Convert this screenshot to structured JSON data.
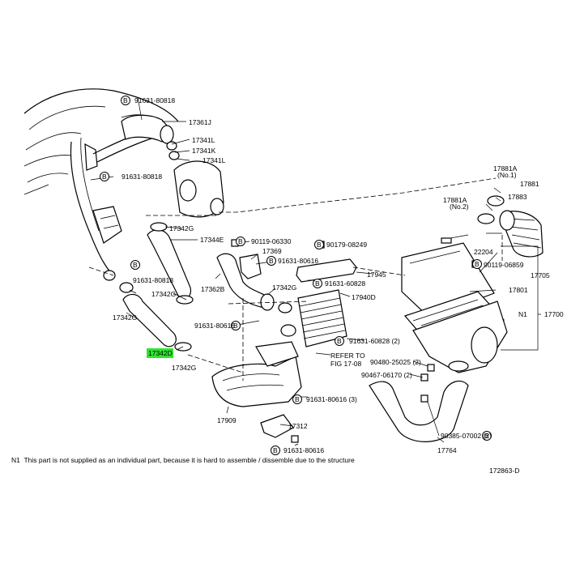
{
  "figure_number": "172863-D",
  "footnote": {
    "id": "N1",
    "text": "This part is not supplied as an individual part, because it is hard to assemble / dissemble due to the structure"
  },
  "bolt_marker": "B",
  "labels": {
    "p91631_80818_top": "91631-80818",
    "p17361J": "17361J",
    "p17341L_a": "17341L",
    "p17341K": "17341K",
    "p17341L_b": "17341L",
    "p91631_80818_mid": "91631-80818",
    "p17881A_no1": "17881A",
    "p17881A_no1_sub": "(No.1)",
    "p17881": "17881",
    "p17883": "17883",
    "p17881A_no2": "17881A",
    "p17881A_no2_sub": "(No.2)",
    "p17342G_a": "17342G",
    "p17344E": "17344E",
    "p90119_06330": "90119-06330",
    "p90179_08249": "90179-08249",
    "p22204": "22204",
    "p90119_06859": "90119-06859",
    "p17369": "17369",
    "p91631_80616_a": "91631-80616",
    "p17945": "17945",
    "p91631_80818_low": "91631-80818",
    "p91631_60828_a": "91631-60828",
    "p17362B": "17362B",
    "p17342G_b": "17342G",
    "p17705": "17705",
    "p17801": "17801",
    "p17342G_c": "17342G",
    "p17940D": "17940D",
    "p17342G_d": "17342G",
    "p91631_80616_b": "91631-80616",
    "pN1": "N1",
    "p17700": "17700",
    "p91631_60828_b": "91631-60828 (2)",
    "p17342D": "17342D",
    "refer_to": "REFER TO",
    "fig_ref": "FIG 17-08",
    "p90480_25025": "90480-25025 (2)",
    "p17342G_e": "17342G",
    "p90467_06170": "90467-06170 (2)",
    "p91631_80616_c": "91631-80616 (3)",
    "p17909": "17909",
    "p17312": "17312",
    "p90385_07002": "90385-07002 (2)",
    "p91631_80616_d": "91631-80616",
    "p17764": "17764"
  },
  "highlight_color": "#2ee52e"
}
